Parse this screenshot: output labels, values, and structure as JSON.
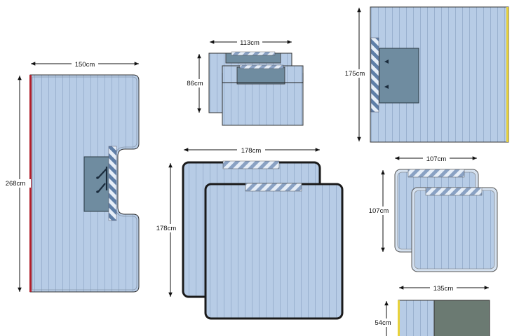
{
  "colors": {
    "panel_fill": "#b7cce6",
    "stripe": "#7f97b8",
    "window_fill": "#6f8ca0",
    "dark_window_fill": "#6b7a72",
    "edge_red": "#b01e2b",
    "edge_yellow": "#e8d23a",
    "hatch_light": "#e6eef8",
    "hatch_dark": "#7f99bd"
  },
  "dimensions": {
    "mat_a_width": "150cm",
    "mat_a_height": "268cm",
    "mat_b_width": "113cm",
    "mat_b_height": "86cm",
    "mat_c_height": "175cm",
    "mat_d_width": "178cm",
    "mat_d_height": "178cm",
    "mat_e_width": "107cm",
    "mat_e_height": "107cm",
    "mat_f_width": "135cm",
    "mat_f_height": "54cm"
  },
  "icons": {
    "arrow": "double-headed-arrow",
    "handle": "diagonal-hatch-strip",
    "window": "viewing-window"
  }
}
